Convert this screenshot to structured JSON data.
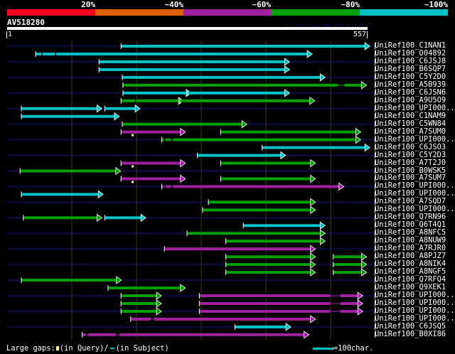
{
  "header": {
    "legend": [
      {
        "label": "20%",
        "color": "#ff0020"
      },
      {
        "label": "~40%",
        "color": "#e06000"
      },
      {
        "label": "~60%",
        "color": "#a020a0"
      },
      {
        "label": "~80%",
        "color": "#00a000"
      },
      {
        "label": "~100%",
        "color": "#00c0c8"
      }
    ]
  },
  "query": {
    "name": "AV518280",
    "start": "1",
    "end": "557",
    "length": 557,
    "watermark": "AlignView.pm Beta rel.7"
  },
  "colors": {
    "c": "#00c0c8",
    "g": "#00a000",
    "m": "#a020a0",
    "stripe": "#0a0a32",
    "grid": "#3a3a10",
    "qgap": "#ffff80"
  },
  "hits": [
    {
      "name": "UniRef100_C1NAN1",
      "hsps": [
        {
          "c": "c",
          "s": 176,
          "e": 555
        }
      ]
    },
    {
      "name": "UniRef100_O04892",
      "hsps": [
        {
          "c": "c",
          "s": 44,
          "e": 466,
          "gaps": [
            [
              53,
              55
            ],
            [
              74,
              76
            ]
          ]
        }
      ]
    },
    {
      "name": "UniRef100_C6JSJ8",
      "hsps": [
        {
          "c": "c",
          "s": 142,
          "e": 431
        }
      ]
    },
    {
      "name": "UniRef100_B6SQP7",
      "hsps": [
        {
          "c": "c",
          "s": 142,
          "e": 431
        }
      ]
    },
    {
      "name": "UniRef100_C5Y2D0",
      "hsps": [
        {
          "c": "c",
          "s": 178,
          "e": 486
        }
      ]
    },
    {
      "name": "UniRef100_A5B939",
      "hsps": [
        {
          "c": "g",
          "s": 179,
          "e": 550,
          "gaps": [
            [
              511,
              521
            ]
          ]
        }
      ]
    },
    {
      "name": "UniRef100_C6JSN6",
      "hsps": [
        {
          "c": "c",
          "s": 179,
          "e": 279
        },
        {
          "c": "c",
          "s": 279,
          "e": 431
        }
      ]
    },
    {
      "name": "UniRef100_A9U5O9",
      "hsps": [
        {
          "c": "g",
          "s": 176,
          "e": 267,
          "gaps": [
            [
              198,
              200
            ]
          ]
        },
        {
          "c": "g",
          "s": 267,
          "e": 470
        }
      ]
    },
    {
      "name": "UniRef100_UPI000..",
      "hsps": [
        {
          "c": "c",
          "s": 22,
          "e": 141
        },
        {
          "c": "c",
          "s": 151,
          "e": 200
        }
      ]
    },
    {
      "name": "UniRef100_C1NAM9",
      "hsps": [
        {
          "c": "c",
          "s": 22,
          "e": 168
        }
      ]
    },
    {
      "name": "UniRef100_C5WN84",
      "hsps": [
        {
          "c": "g",
          "s": 178,
          "e": 365
        }
      ]
    },
    {
      "name": "UniRef100_A7SUM0",
      "hsps": [
        {
          "c": "m",
          "s": 176,
          "e": 270,
          "q": [
            194
          ]
        },
        {
          "c": "g",
          "s": 330,
          "e": 541
        }
      ]
    },
    {
      "name": "UniRef100_UPI000..",
      "hsps": [
        {
          "c": "g",
          "s": 239,
          "e": 541,
          "gaps": [
            [
              242,
              245
            ],
            [
              253,
              257
            ]
          ]
        }
      ]
    },
    {
      "name": "UniRef100_C6JSO3",
      "hsps": [
        {
          "c": "c",
          "s": 394,
          "e": 555
        }
      ]
    },
    {
      "name": "UniRef100_C5Y2D3",
      "hsps": [
        {
          "c": "c",
          "s": 294,
          "e": 425
        }
      ]
    },
    {
      "name": "UniRef100_A7T2J0",
      "hsps": [
        {
          "c": "m",
          "s": 176,
          "e": 270,
          "q": [
            194
          ]
        },
        {
          "c": "g",
          "s": 330,
          "e": 471
        }
      ]
    },
    {
      "name": "UniRef100_B0WSK5",
      "hsps": [
        {
          "c": "g",
          "s": 20,
          "e": 170
        }
      ]
    },
    {
      "name": "UniRef100_A7SUM7",
      "hsps": [
        {
          "c": "m",
          "s": 176,
          "e": 270,
          "q": [
            194
          ]
        },
        {
          "c": "g",
          "s": 330,
          "e": 471
        }
      ]
    },
    {
      "name": "UniRef100_UPI000..",
      "hsps": [
        {
          "c": "m",
          "s": 239,
          "e": 515,
          "gaps": [
            [
              242,
              245
            ],
            [
              253,
              257
            ]
          ]
        }
      ]
    },
    {
      "name": "UniRef100_UPI000..",
      "hsps": [
        {
          "c": "c",
          "s": 22,
          "e": 143
        }
      ]
    },
    {
      "name": "UniRef100_A7SQD7",
      "hsps": [
        {
          "c": "g",
          "s": 311,
          "e": 471
        }
      ]
    },
    {
      "name": "UniRef100_UPI000..",
      "hsps": [
        {
          "c": "g",
          "s": 302,
          "e": 471
        }
      ]
    },
    {
      "name": "UniRef100_Q7RN96",
      "hsps": [
        {
          "c": "g",
          "s": 25,
          "e": 141
        },
        {
          "c": "c",
          "s": 151,
          "e": 209
        }
      ]
    },
    {
      "name": "UniRef100_Q6T4Q1",
      "hsps": [
        {
          "c": "c",
          "s": 365,
          "e": 486
        }
      ]
    },
    {
      "name": "UniRef100_A8NFC5",
      "hsps": [
        {
          "c": "g",
          "s": 278,
          "e": 486
        }
      ]
    },
    {
      "name": "UniRef100_A8NUW9",
      "hsps": [
        {
          "c": "g",
          "s": 338,
          "e": 486
        }
      ]
    },
    {
      "name": "UniRef100_A7RJR0",
      "hsps": [
        {
          "c": "m",
          "s": 243,
          "e": 471
        }
      ]
    },
    {
      "name": "UniRef100_A8PJZ7",
      "hsps": [
        {
          "c": "g",
          "s": 338,
          "e": 471
        },
        {
          "c": "g",
          "s": 504,
          "e": 550
        }
      ]
    },
    {
      "name": "UniRef100_A8NIK4",
      "hsps": [
        {
          "c": "g",
          "s": 338,
          "e": 471
        },
        {
          "c": "g",
          "s": 504,
          "e": 550
        }
      ]
    },
    {
      "name": "UniRef100_A8NGF5",
      "hsps": [
        {
          "c": "g",
          "s": 338,
          "e": 471
        },
        {
          "c": "g",
          "s": 504,
          "e": 550
        }
      ]
    },
    {
      "name": "UniRef100_Q7RFQ4",
      "hsps": [
        {
          "c": "g",
          "s": 22,
          "e": 171
        }
      ]
    },
    {
      "name": "UniRef100_Q9XEK1",
      "hsps": [
        {
          "c": "g",
          "s": 156,
          "e": 270
        }
      ]
    },
    {
      "name": "UniRef100_UPI000..",
      "hsps": [
        {
          "c": "g",
          "s": 176,
          "e": 233
        },
        {
          "c": "m",
          "s": 297,
          "e": 544,
          "gaps": [
            [
              499,
              515
            ]
          ]
        }
      ]
    },
    {
      "name": "UniRef100_UPI000..",
      "hsps": [
        {
          "c": "g",
          "s": 176,
          "e": 233
        },
        {
          "c": "m",
          "s": 297,
          "e": 544,
          "gaps": [
            [
              499,
              515
            ]
          ]
        }
      ]
    },
    {
      "name": "UniRef100_UPI000..",
      "hsps": [
        {
          "c": "g",
          "s": 176,
          "e": 233
        },
        {
          "c": "m",
          "s": 297,
          "e": 544,
          "gaps": [
            [
              499,
              515
            ]
          ]
        }
      ]
    },
    {
      "name": "UniRef100_UPI000..",
      "hsps": [
        {
          "c": "m",
          "s": 191,
          "e": 471,
          "gaps": [
            [
              222,
              227
            ]
          ]
        }
      ]
    },
    {
      "name": "UniRef100_C6JSQ5",
      "hsps": [
        {
          "c": "c",
          "s": 352,
          "e": 433
        }
      ]
    },
    {
      "name": "UniRef100_B0XI86",
      "hsps": [
        {
          "c": "m",
          "s": 116,
          "e": 461,
          "gaps": [
            [
              121,
              125
            ],
            [
              168,
              174
            ]
          ]
        }
      ]
    }
  ],
  "footer": {
    "large_gaps_label": "Large gaps:",
    "in_query": "(in Query)/",
    "in_subject": "(in Subject)",
    "scale_label": "=100char."
  }
}
